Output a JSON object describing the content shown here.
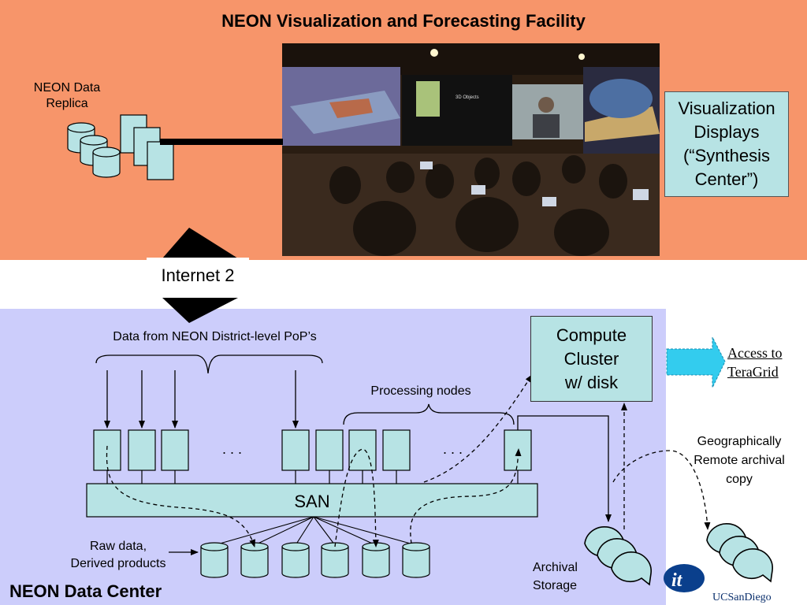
{
  "title": "NEON Visualization and Forecasting Facility",
  "replica_label": "NEON Data\nReplica",
  "vis_displays_label": "Visualization\nDisplays\n(“Synthesis\nCenter”)",
  "photo_screen_text": "3D Objects",
  "internet_label": "Internet 2",
  "data_sources_label": "Data from NEON District-level PoP’s",
  "processing_label": "Processing nodes",
  "ellipsis": ". . .",
  "compute_label": "Compute\nCluster\nw/ disk",
  "teragrid_label": "Access to\nTeraGrid",
  "remote_copy_label": "Geographically\nRemote archival\ncopy",
  "san_label": "SAN",
  "raw_data_label": "Raw data,\nDerived products",
  "archival_label": "Archival\nStorage",
  "datacenter_label": "NEON Data Center",
  "logos": {
    "it_logo": "it",
    "ucsd_logo": "UCSanDiego"
  },
  "colors": {
    "top_background": "#f7956a",
    "bottom_background": "#cccdfb",
    "node_fill": "#b7e3e4",
    "teragrid_arrow": "#33ccee"
  }
}
